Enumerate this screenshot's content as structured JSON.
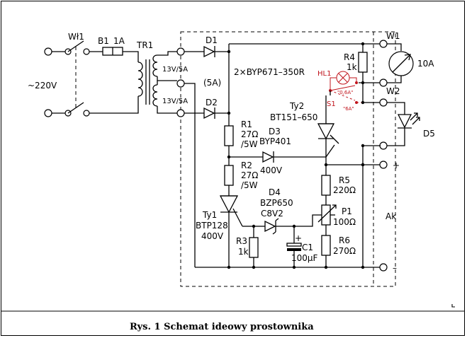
{
  "mains": {
    "voltage": "~220V"
  },
  "switch": {
    "ref": "Wł1"
  },
  "fuse": {
    "ref": "B1",
    "rating": "1A"
  },
  "transformer": {
    "ref": "TR1",
    "winding_upper": "13V/5A",
    "winding_lower": "13V/5A",
    "current_note": "(5A)"
  },
  "diodes": {
    "d1": "D1",
    "d2": "D2",
    "pair_note": "2×BYP671–350R"
  },
  "lamp": {
    "ref": "HL1"
  },
  "switch_s1": {
    "ref": "S1",
    "pos_a": "\"0,6A\"",
    "pos_b": "\"6A\""
  },
  "ty2": {
    "ref": "Ty2",
    "part": "BT151–650"
  },
  "r1": {
    "ref": "R1",
    "value": "27Ω",
    "power": "/5W"
  },
  "d3": {
    "ref": "D3",
    "part": "BYP401",
    "voltage": "400V"
  },
  "r2": {
    "ref": "R2",
    "value": "27Ω",
    "power": "/5W"
  },
  "r4": {
    "ref": "R4",
    "value": "1k"
  },
  "r5": {
    "ref": "R5",
    "value": "220Ω"
  },
  "p1": {
    "ref": "P1",
    "value": "100Ω"
  },
  "r6": {
    "ref": "R6",
    "value": "270Ω"
  },
  "d4": {
    "ref": "D4",
    "part": "BZP650",
    "voltage": "C8V2"
  },
  "ty1": {
    "ref": "Ty1",
    "part": "BTP128",
    "voltage": "400V"
  },
  "r3": {
    "ref": "R3",
    "value": "1k"
  },
  "c1": {
    "ref": "C1",
    "value": "100μF",
    "polarity": "+"
  },
  "meter": {
    "w1": "W1",
    "w2": "W2",
    "range": "10A"
  },
  "led": {
    "ref": "D5"
  },
  "output": {
    "plus": "+",
    "minus": "–",
    "battery": "Ak"
  },
  "caption": "Rys. 1 Schemat ideowy prostownika"
}
